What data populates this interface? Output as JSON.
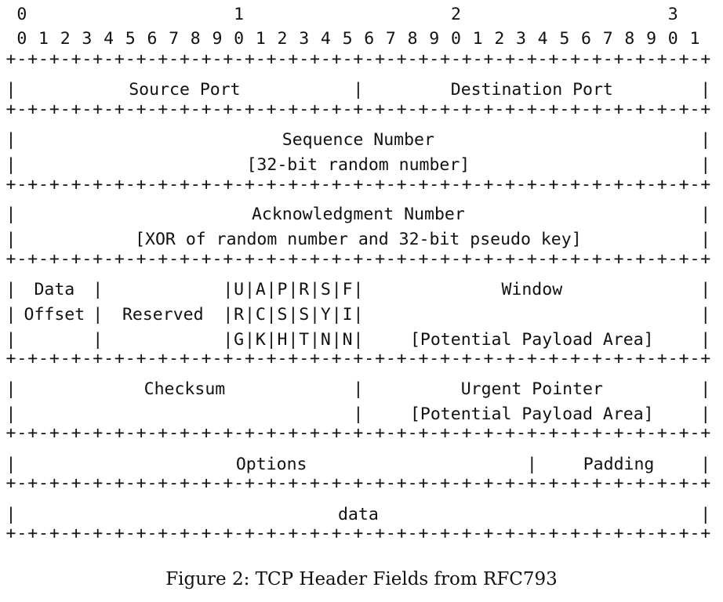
{
  "bit_ruler": {
    "tens_labels": [
      "0",
      "1",
      "2",
      "3"
    ],
    "units_labels": [
      "0",
      "1",
      "2",
      "3",
      "4",
      "5",
      "6",
      "7",
      "8",
      "9",
      "0",
      "1",
      "2",
      "3",
      "4",
      "5",
      "6",
      "7",
      "8",
      "9",
      "0",
      "1",
      "2",
      "3",
      "4",
      "5",
      "6",
      "7",
      "8",
      "9",
      "0",
      "1"
    ]
  },
  "fields": {
    "source_port": "Source Port",
    "destination_port": "Destination Port",
    "sequence_number": "Sequence Number",
    "sequence_number_note": "[32-bit random number]",
    "acknowledgment_number": "Acknowledgment Number",
    "acknowledgment_number_note": "[XOR of random number and 32-bit pseudo key]",
    "data_offset_line1": "Data",
    "data_offset_line2": "Offset",
    "reserved": "Reserved",
    "flags_row1": [
      "U",
      "A",
      "P",
      "R",
      "S",
      "F"
    ],
    "flags_row2": [
      "R",
      "C",
      "S",
      "S",
      "Y",
      "I"
    ],
    "flags_row3": [
      "G",
      "K",
      "H",
      "T",
      "N",
      "N"
    ],
    "window": "Window",
    "window_note": "[Potential Payload Area]",
    "checksum": "Checksum",
    "urgent_pointer": "Urgent Pointer",
    "urgent_pointer_note": "[Potential Payload Area]",
    "options": "Options",
    "padding": "Padding",
    "data": "data"
  },
  "caption": "Figure 2: TCP Header Fields from RFC793"
}
